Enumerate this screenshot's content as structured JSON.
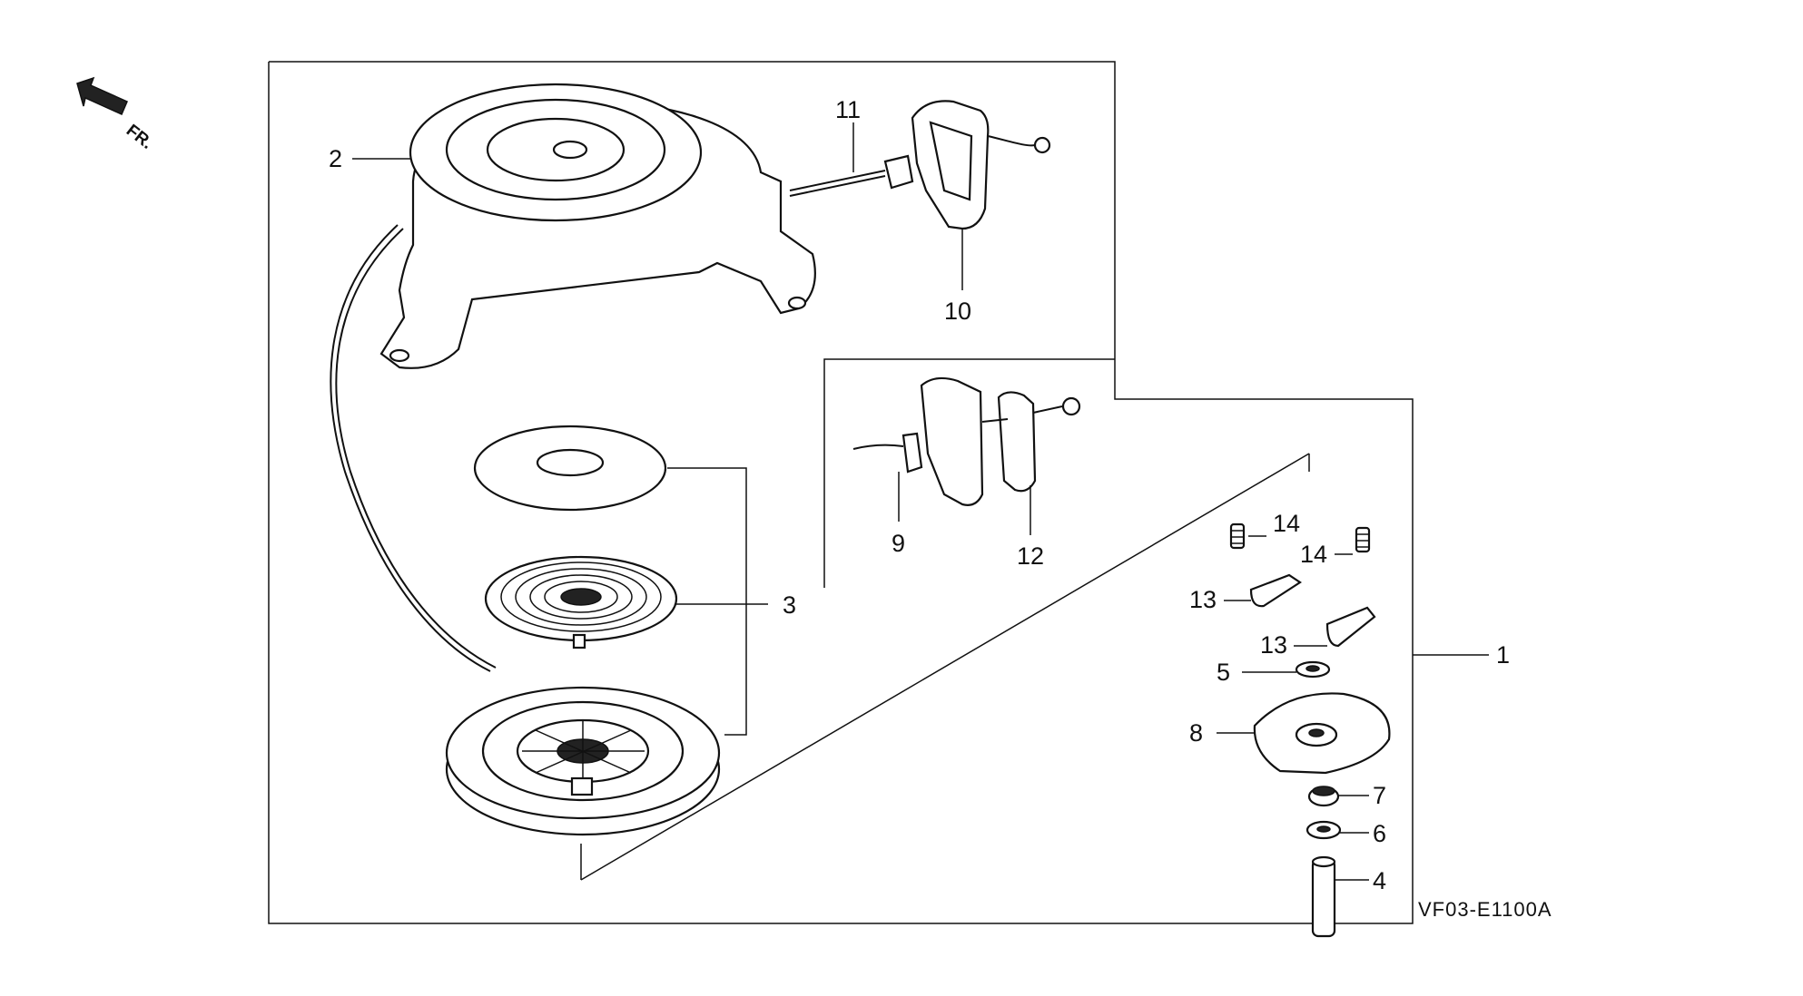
{
  "diagram": {
    "orientation_label": "FR.",
    "drawing_code": "VF03-E1100A",
    "callouts": [
      "1",
      "2",
      "3",
      "4",
      "5",
      "6",
      "7",
      "8",
      "9",
      "10",
      "11",
      "12",
      "13",
      "13",
      "14",
      "14"
    ]
  }
}
